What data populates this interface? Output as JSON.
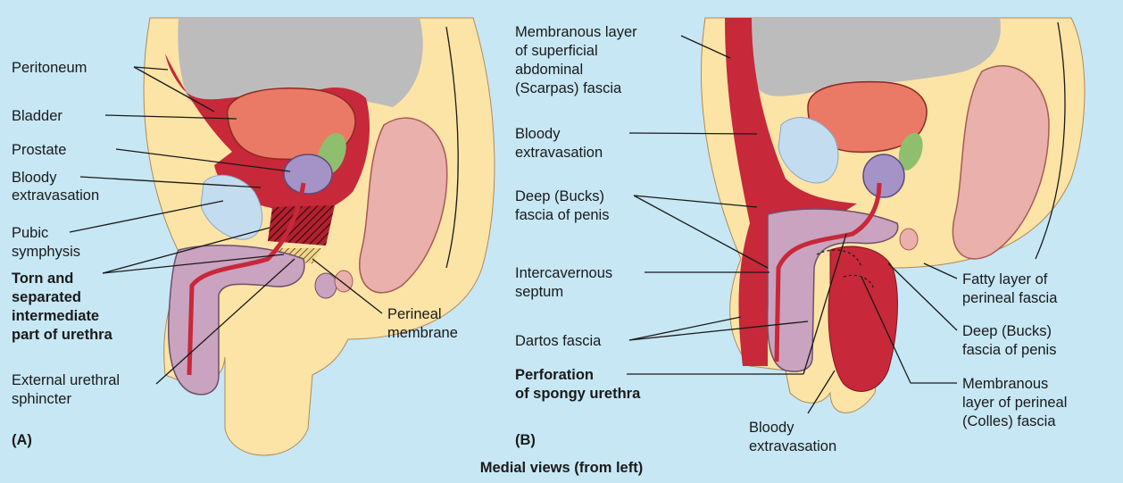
{
  "caption": "Medial views (from left)",
  "panel_a": {
    "tag": "(A)",
    "labels": {
      "peritoneum": "Peritoneum",
      "bladder": "Bladder",
      "prostate": "Prostate",
      "bloody_1": "Bloody",
      "bloody_2": "extravasation",
      "pubic_1": "Pubic",
      "pubic_2": "symphysis",
      "torn_1": "Torn and",
      "torn_2": "separated",
      "torn_3": "intermediate",
      "torn_4": "part of urethra",
      "ext_1": "External urethral",
      "ext_2": "sphincter",
      "perineal_1": "Perineal",
      "perineal_2": "membrane"
    }
  },
  "panel_b": {
    "tag": "(B)",
    "labels": {
      "membranous_1": "Membranous layer",
      "membranous_2": "of superficial",
      "membranous_3": "abdominal",
      "membranous_4": "(Scarpas) fascia",
      "bloody_1": "Bloody",
      "bloody_2": "extravasation",
      "deep_1": "Deep (Bucks)",
      "deep_2": "fascia of penis",
      "inter_1": "Intercavernous",
      "inter_2": "septum",
      "dartos": "Dartos fascia",
      "perf_1": "Perforation",
      "perf_2": "of spongy urethra",
      "bottom_1": "Bloody",
      "bottom_2": "extravasation",
      "fatty_1": "Fatty layer of",
      "fatty_2": "perineal fascia",
      "deepr_1": "Deep (Bucks)",
      "deepr_2": "fascia of penis",
      "colles_1": "Membranous",
      "colles_2": "layer of perineal",
      "colles_3": "(Colles) fascia"
    }
  },
  "colors": {
    "background": "#c7e7f5",
    "skin": "#fbe4a6",
    "blood": "#c7283a",
    "bladder": "#ea7a66",
    "prostate": "#a592c6",
    "corpus": "#e9b0ac",
    "spongiosum": "#c9a3bf",
    "peritoneal_cavity": "#bdbcbc",
    "symphysis": "#c4dcef",
    "gland": "#8fbf6e"
  }
}
